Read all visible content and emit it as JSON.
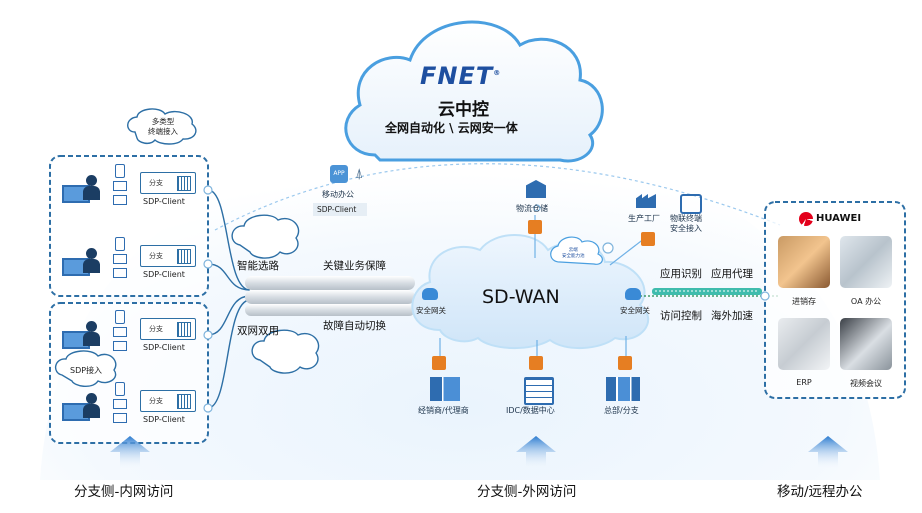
{
  "cloud": {
    "brand": "FNET",
    "registered": "®",
    "title": "云中控",
    "subtitle": "全网自动化 \\ 云网安一体"
  },
  "left": {
    "terminal_bubble": "多类型\n终端接入",
    "sdp_bubble": "SDP接入",
    "cards": [
      {
        "card_label": "分支",
        "client_label": "SDP-Client"
      },
      {
        "card_label": "分支",
        "client_label": "SDP-Client"
      },
      {
        "card_label": "分支",
        "client_label": "SDP-Client"
      },
      {
        "card_label": "分支",
        "client_label": "SDP-Client"
      }
    ]
  },
  "mobile_office": {
    "label": "移动办公",
    "client": "SDP-Client"
  },
  "features": {
    "smart_routing": "智能选路",
    "key_business": "关键业务保障",
    "dual_link": "双网双用",
    "failover": "故障自动切换",
    "app_identify": "应用识别",
    "app_proxy": "应用代理",
    "access_control": "访问控制",
    "overseas": "海外加速"
  },
  "sdwan": {
    "label": "SD-WAN",
    "gateway_left": "安全网关",
    "gateway_right": "安全网关",
    "mini_cloud": "云端\n安全能力池"
  },
  "sites_top": [
    {
      "name": "物流仓储"
    },
    {
      "name": "生产工厂"
    },
    {
      "name": "物联终端\n安全接入"
    }
  ],
  "sites_bottom": [
    {
      "name": "经销商/代理商"
    },
    {
      "name": "IDC/数据中心"
    },
    {
      "name": "总部/分支"
    }
  ],
  "right": {
    "brand": "HUAWEI",
    "apps": [
      {
        "name": "进销存"
      },
      {
        "name": "OA 办公"
      },
      {
        "name": "ERP"
      },
      {
        "name": "视频会议"
      }
    ]
  },
  "bottom_labels": {
    "left": "分支侧-内网访问",
    "center": "分支侧-外网访问",
    "right": "移动/远程办公"
  },
  "colors": {
    "accent": "#1e73be",
    "line": "#2d6fa5",
    "arrow": "#2b7bd0",
    "cloud_edge": "#4a9fe0"
  }
}
